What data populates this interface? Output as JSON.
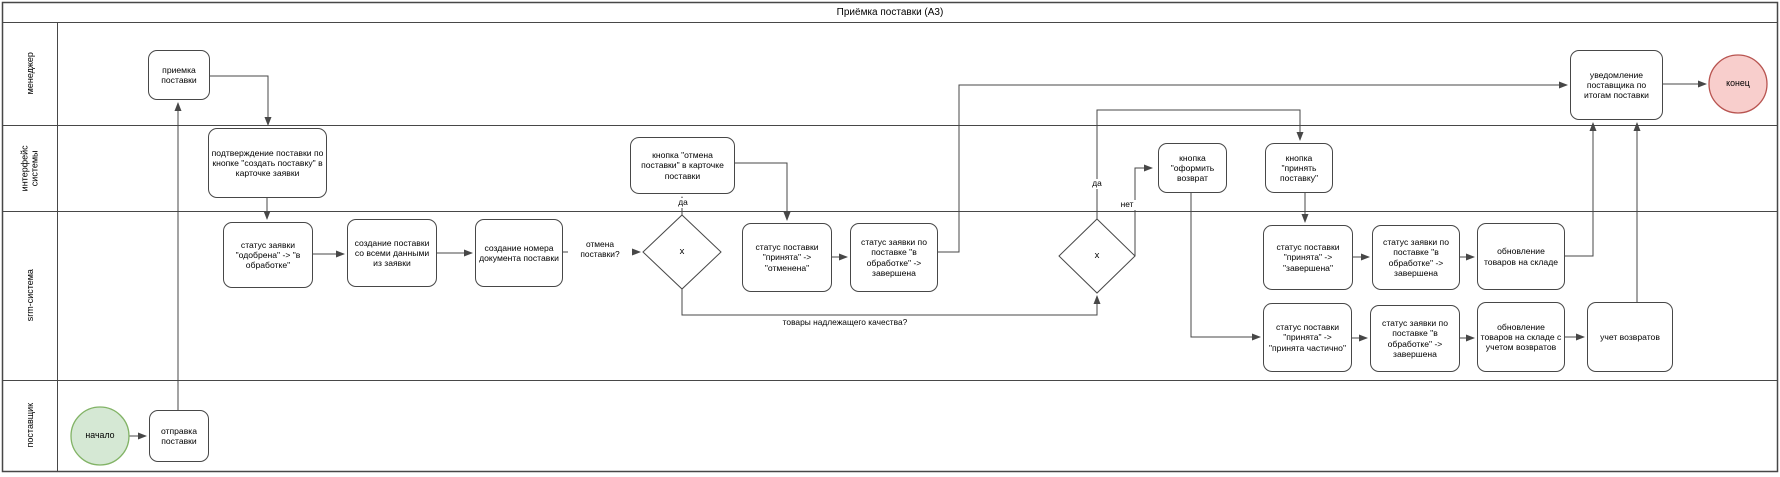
{
  "title": "Приёмка поставки (А3)",
  "lanes": [
    {
      "label": "менеджер"
    },
    {
      "label": "интерфейс системы"
    },
    {
      "label": "srm-система"
    },
    {
      "label": "поставщик"
    }
  ],
  "nodes": {
    "start": {
      "label": "начало",
      "type": "start-event"
    },
    "otpravka": {
      "label": "отправка поставки"
    },
    "priemka": {
      "label": "приемка поставки"
    },
    "podtverzhdenie": {
      "label": "подтверждение поставки по кнопке \"создать поставку\" в карточке заявки"
    },
    "status_odobrena": {
      "label": "статус заявки \"одобрена\" -> \"в обработке\""
    },
    "sozdanie_postavki": {
      "label": "создание поставки со всеми данными из заявки"
    },
    "sozdanie_nomera": {
      "label": "создание номера документа поставки"
    },
    "gateway1": {
      "label": "x",
      "type": "gateway"
    },
    "knopka_otmena": {
      "label": "кнопка \"отмена поставки\" в карточке поставки"
    },
    "status_otmenena": {
      "label": "статус поставки \"принята\" -> \"отменена\""
    },
    "status_zayavki_zavershena_1": {
      "label": "статус заявки по поставке \"в обработке\" -> завершена"
    },
    "gateway2": {
      "label": "x",
      "type": "gateway"
    },
    "knopka_oformit_vozvrat": {
      "label": "кнопка \"оформить возврат"
    },
    "knopka_prinyat_postavku": {
      "label": "кнопка \"принять поставку\""
    },
    "status_prinyata_zavershena": {
      "label": "статус поставки \"принята\" -> \"завершена\""
    },
    "status_zayavki_zavershena_2": {
      "label": "статус заявки по поставке \"в обработке\" -> завершена"
    },
    "obnovlenie_sklad": {
      "label": "обновление товаров на складе"
    },
    "status_prinyata_chastichno": {
      "label": "статус поставки \"принята\" -> \"принята частично\""
    },
    "status_zayavki_zavershena_3": {
      "label": "статус заявки по поставке \"в обработке\" -> завершена"
    },
    "obnovlenie_sklad_vozvraty": {
      "label": "обновление товаров на складе с учетом возвратов"
    },
    "uchet_vozvratov": {
      "label": "учет возвратов"
    },
    "uvedomlenie": {
      "label": "уведомление поставщика по итогам поставки"
    },
    "end": {
      "label": "конец",
      "type": "end-event"
    }
  },
  "edge_labels": {
    "otmena_postavki": "отмена поставки?",
    "da_1": "да",
    "tovary_kachestva": "товары надлежащего качества?",
    "da_2": "да",
    "net": "нет"
  },
  "colors": {
    "start_fill": "#d5e8d4",
    "start_stroke": "#82b366",
    "end_fill": "#f8cecc",
    "end_stroke": "#b85450",
    "line": "#474747"
  }
}
